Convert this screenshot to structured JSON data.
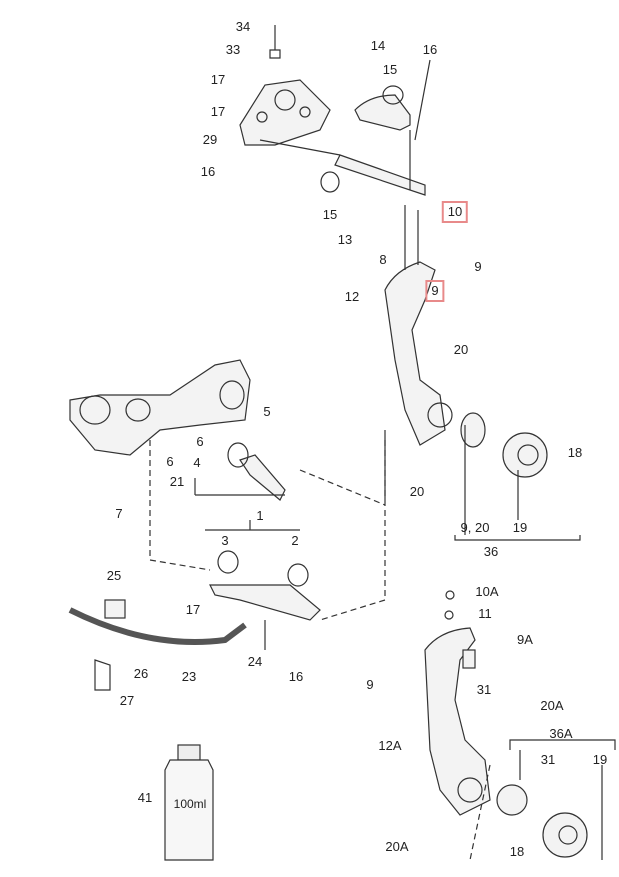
{
  "callouts": {
    "c34": "34",
    "c33": "33",
    "c17a": "17",
    "c17b": "17",
    "c29": "29",
    "c16a": "16",
    "c14": "14",
    "c15a": "15",
    "c16b": "16",
    "c15b": "15",
    "c13": "13",
    "c10": "10",
    "c8": "8",
    "c9a": "9",
    "c9b": "9",
    "c12": "12",
    "c20a": "20",
    "c5": "5",
    "c6a": "6",
    "c6b": "6",
    "c4": "4",
    "c21": "21",
    "c7": "7",
    "c1": "1",
    "c3": "3",
    "c2": "2",
    "c18a": "18",
    "c20b": "20",
    "c920": "9, 20",
    "c19a": "19",
    "c36": "36",
    "c25": "25",
    "c17c": "17",
    "c26": "26",
    "c23": "23",
    "c24": "24",
    "c16c": "16",
    "c27": "27",
    "c10A": "10A",
    "c11": "11",
    "c9A": "9A",
    "c9c": "9",
    "c31a": "31",
    "c20A1": "20A",
    "c12A": "12A",
    "c36A": "36A",
    "c31b": "31",
    "c19b": "19",
    "c41": "41",
    "c18b": "18",
    "c20A2": "20A"
  },
  "bottle_label": "100ml",
  "highlight_color": "#e88a8a"
}
